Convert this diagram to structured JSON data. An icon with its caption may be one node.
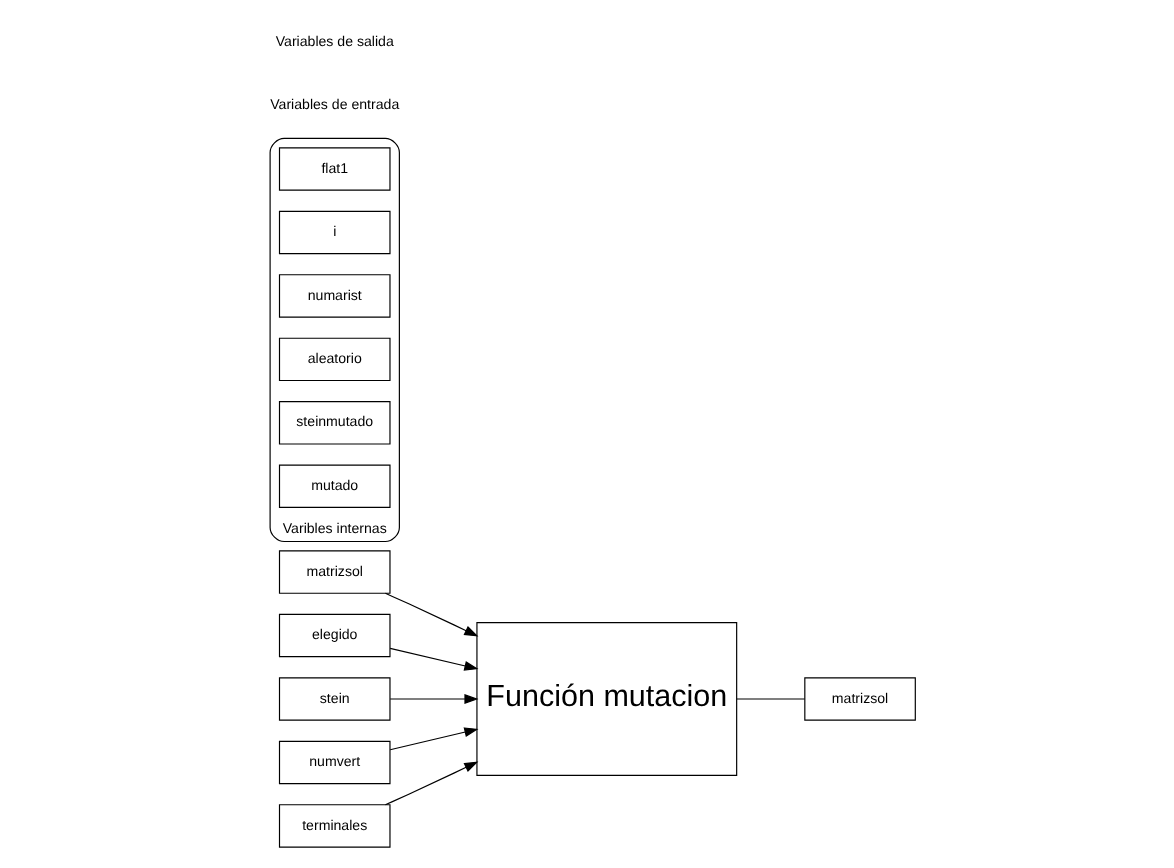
{
  "diagram": {
    "nodes": [
      {
        "text": [
          "matrizsol"
        ]
      },
      {
        "text": [
          "elegido"
        ]
      },
      {
        "text": [
          "stein"
        ]
      },
      {
        "text": [
          "numvert"
        ]
      },
      {
        "text": [
          "terminales"
        ]
      },
      {
        "text": [
          "Función mutacion"
        ]
      },
      {
        "text": [
          "matrizsol"
        ]
      },
      {
        "text": [
          "Varibles internas"
        ]
      },
      {
        "text": [
          "flat1"
        ],
        "in": 7
      },
      {
        "text": [
          "i"
        ],
        "in": 7
      },
      {
        "text": [
          "numarist"
        ],
        "in": 7
      },
      {
        "text": [
          "aleatorio"
        ],
        "in": 7
      },
      {
        "text": [
          "steinmutado"
        ],
        "in": 7
      },
      {
        "text": [
          "mutado"
        ],
        "in": 7
      }
    ],
    "edges": [
      {
        "from": 0,
        "to": 5,
        "arrow": "to"
      },
      {
        "from": 1,
        "to": 5,
        "arrow": "to"
      },
      {
        "from": 2,
        "to": 5,
        "arrow": "to"
      },
      {
        "from": 3,
        "to": 5,
        "arrow": "to"
      },
      {
        "from": 4,
        "to": 5,
        "arrow": "to"
      },
      {
        "from": 5,
        "to": 6,
        "arrow": "none"
      }
    ],
    "labels": [
      "Variables de entrada",
      "Variables de salida"
    ]
  }
}
